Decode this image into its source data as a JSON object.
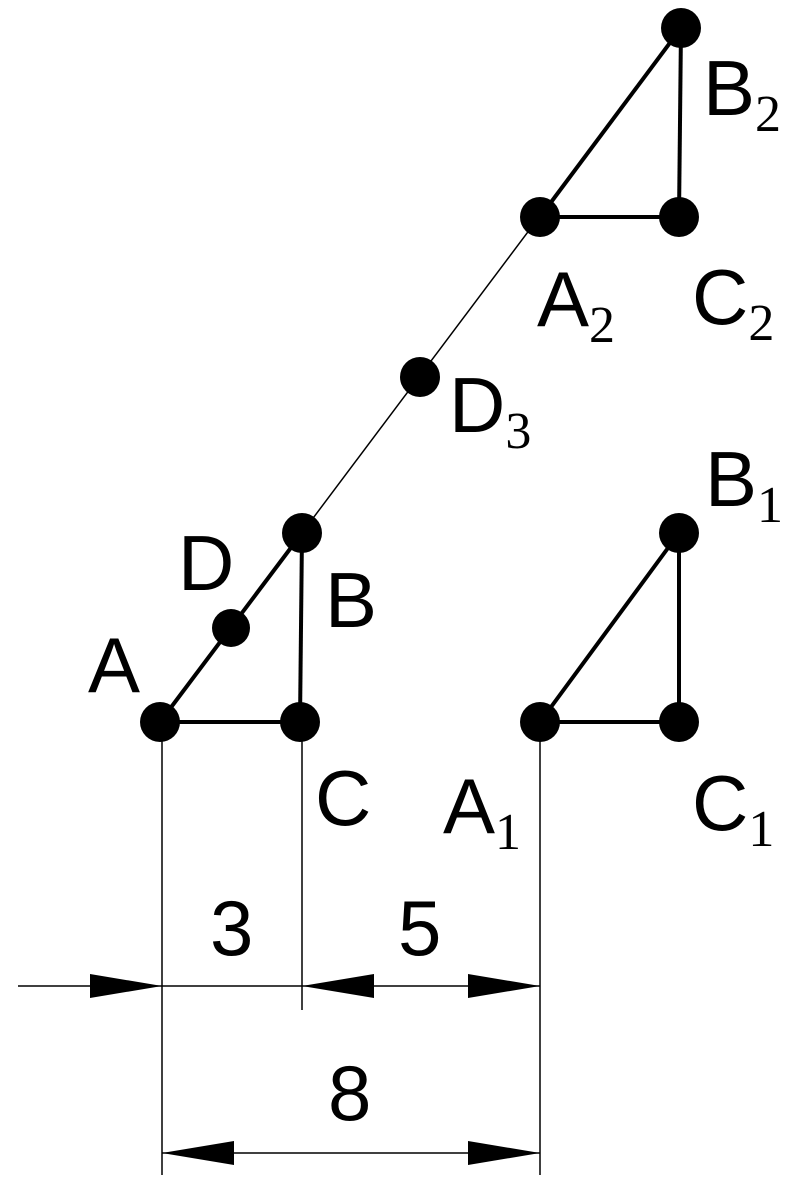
{
  "points": {
    "A": {
      "letter": "A",
      "sub": ""
    },
    "B": {
      "letter": "B",
      "sub": ""
    },
    "C": {
      "letter": "C",
      "sub": ""
    },
    "D": {
      "letter": "D",
      "sub": ""
    },
    "A1": {
      "letter": "A",
      "sub": "1"
    },
    "B1": {
      "letter": "B",
      "sub": "1"
    },
    "C1": {
      "letter": "C",
      "sub": "1"
    },
    "A2": {
      "letter": "A",
      "sub": "2"
    },
    "B2": {
      "letter": "B",
      "sub": "2"
    },
    "C2": {
      "letter": "C",
      "sub": "2"
    },
    "D3": {
      "letter": "D",
      "sub": "3"
    }
  },
  "dimensions": {
    "ac": "3",
    "ca1": "5",
    "total": "8"
  },
  "colors": {
    "ink": "#000000",
    "background": "#ffffff"
  }
}
